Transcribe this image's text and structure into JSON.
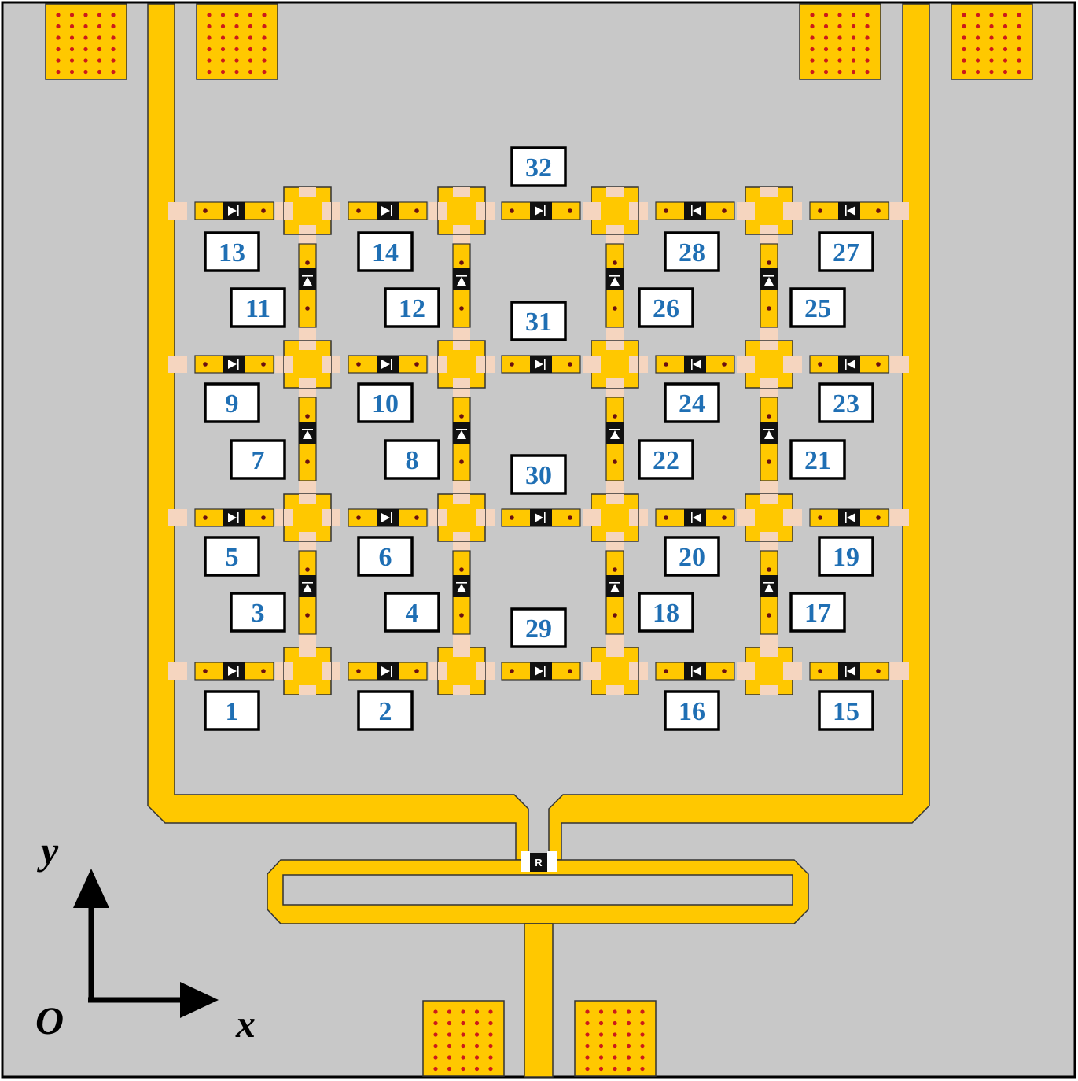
{
  "colors": {
    "substrate": "#c8c8c8",
    "copper": "#ffc800",
    "via": "#cc1a1a",
    "gap": "#f5d5bf",
    "diode_body": "#111111",
    "label_text": "#1f6fb4"
  },
  "diode_labels": [
    "1",
    "2",
    "3",
    "4",
    "5",
    "6",
    "7",
    "8",
    "9",
    "10",
    "11",
    "12",
    "13",
    "14",
    "15",
    "16",
    "17",
    "18",
    "19",
    "20",
    "21",
    "22",
    "23",
    "24",
    "25",
    "26",
    "27",
    "28",
    "29",
    "30",
    "31",
    "32"
  ],
  "resistor": {
    "label": "R"
  },
  "axes": {
    "origin": "O",
    "x_label": "x",
    "y_label": "y"
  }
}
